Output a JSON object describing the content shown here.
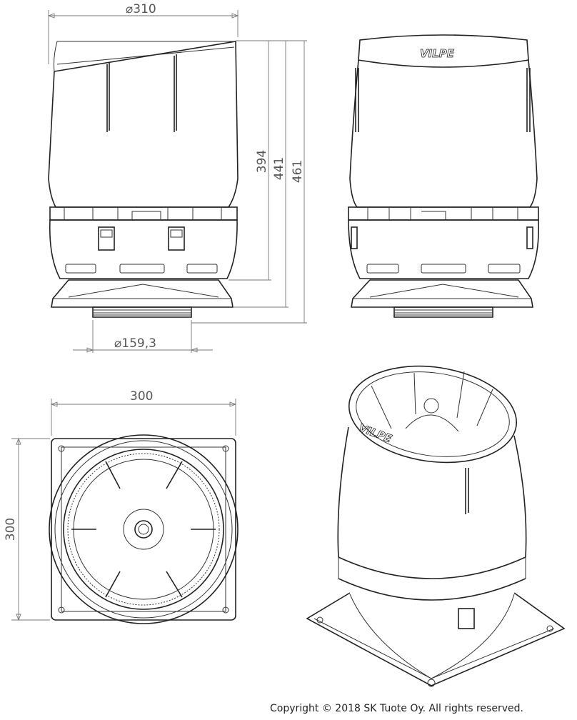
{
  "dimensions": {
    "top_diameter": "310",
    "height_394": "394",
    "height_441": "441",
    "height_461": "461",
    "pipe_diameter": "159,3",
    "width_300": "300",
    "depth_300": "300"
  },
  "symbols": {
    "diameter": "⌀"
  },
  "logo": {
    "brand": "VILPE"
  },
  "footer": {
    "copyright": "Copyright © 2018 SK Tuote Oy. All rights reserved."
  },
  "colors": {
    "line": "#222222",
    "dimension": "#777777"
  }
}
